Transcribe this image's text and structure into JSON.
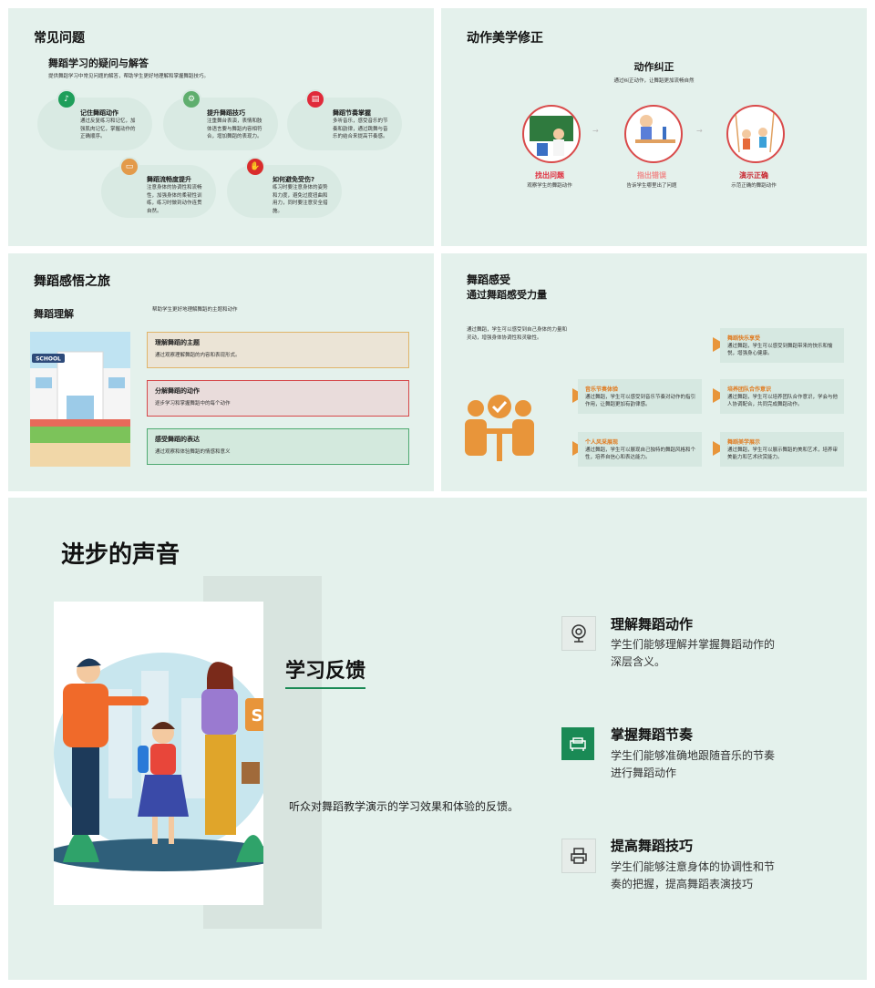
{
  "slide1": {
    "title": "常见问题",
    "subtitle": "舞蹈学习的疑问与解答",
    "intro": "提供舞蹈学习中常见问题的解答，帮助学生更好地理解和掌握舞蹈技巧。",
    "items": [
      {
        "title": "记住舞蹈动作",
        "desc": "通过反复练习和记忆，加强肌肉记忆，掌握动作的正确顺序。",
        "color": "#1e9e5a",
        "icon": "music-icon"
      },
      {
        "title": "提升舞蹈技巧",
        "desc": "注重舞台表演，表情和肢体语言要与舞蹈内容相符合，增加舞蹈的表现力。",
        "color": "#5fae6e",
        "icon": "gear-icon"
      },
      {
        "title": "舞蹈节奏掌握",
        "desc": "多听音乐，感受音乐的节奏和韵律，通过跳舞与音乐的结合来提高节奏感。",
        "color": "#e02a3a",
        "icon": "stack-icon"
      },
      {
        "title": "舞蹈流畅度提升",
        "desc": "注意身体的协调性和流畅性，加强身体的柔韧性训练，练习时做到动作连贯自然。",
        "color": "#e39a4a",
        "icon": "card-icon"
      },
      {
        "title": "如何避免受伤?",
        "desc": "练习时要注意身体的姿势和力度，避免过度扭曲和用力，同时要注意安全措施。",
        "color": "#d92c2c",
        "icon": "hand-icon"
      }
    ]
  },
  "slide2": {
    "title": "动作美学修正",
    "subtitle": "动作纠正",
    "intro": "通过纠正动作，让舞蹈更加流畅自然",
    "steps": [
      {
        "title": "找出问题",
        "desc": "观察学生的舞蹈动作",
        "color": "#e02a3a"
      },
      {
        "title": "指出错误",
        "desc": "告诉学生哪里出了问题",
        "color": "#f08a8a"
      },
      {
        "title": "演示正确",
        "desc": "示范正确的舞蹈动作",
        "color": "#c8202a"
      }
    ]
  },
  "slide3": {
    "title": "舞蹈感悟之旅",
    "subtitle": "舞蹈理解",
    "intro": "帮助学生更好地理解舞蹈的主题和动作",
    "school_sign": "SCHOOL",
    "boxes": [
      {
        "title": "理解舞蹈的主题",
        "desc": "通过观察理解舞蹈的内容和表现形式。",
        "bg": "#ebe4d6",
        "border": "#e0b46a"
      },
      {
        "title": "分解舞蹈的动作",
        "desc": "逐步学习和掌握舞蹈中的每个动作",
        "bg": "#e9dcdb",
        "border": "#d6484a"
      },
      {
        "title": "感受舞蹈的表达",
        "desc": "通过观察和体验舞蹈的情感和意义",
        "bg": "#d3e9dd",
        "border": "#4faa72"
      }
    ]
  },
  "slide4": {
    "title": "舞蹈感受",
    "subtitle": "通过舞蹈感受力量",
    "intro": "通过舞蹈，学生可以感受到自己身体的力量和灵动，增强身体协调性和灵敏性。",
    "cards": [
      {
        "title": "舞蹈快乐享受",
        "desc": "通过舞蹈，学生可以感受到舞蹈带来的快乐和愉悦，增强身心健康。"
      },
      {
        "title": "音乐节奏体验",
        "desc": "通过舞蹈，学生可以感受到音乐节奏对动作的指引作用，让舞蹈更加有韵律感。"
      },
      {
        "title": "培养团队合作意识",
        "desc": "通过舞蹈，学生可以培养团队合作意识，学会与他人协调配合，共同完成舞蹈动作。"
      },
      {
        "title": "个人风采展现",
        "desc": "通过舞蹈，学生可以展现自己独特的舞蹈风格和个性，培养自信心和表达能力。"
      },
      {
        "title": "舞蹈美学展示",
        "desc": "通过舞蹈，学生可以展示舞蹈的美和艺术，培养审美能力和艺术欣赏能力。"
      }
    ]
  },
  "slide5": {
    "title": "进步的声音",
    "section_title": "学习反馈",
    "feedback": "听众对舞蹈教学演示的学习效果和体验的反馈。",
    "shop_sign": "S",
    "features": [
      {
        "title": "理解舞蹈动作",
        "desc": "学生们能够理解并掌握舞蹈动作的深层含义。",
        "icon": "webcam-icon"
      },
      {
        "title": "掌握舞蹈节奏",
        "desc": "学生们能够准确地跟随音乐的节奏进行舞蹈动作",
        "icon": "sofa-icon"
      },
      {
        "title": "提高舞蹈技巧",
        "desc": "学生们能够注意身体的协调性和节奏的把握，提高舞蹈表演技巧",
        "icon": "printer-icon"
      }
    ],
    "accent": "#1a8a55"
  }
}
